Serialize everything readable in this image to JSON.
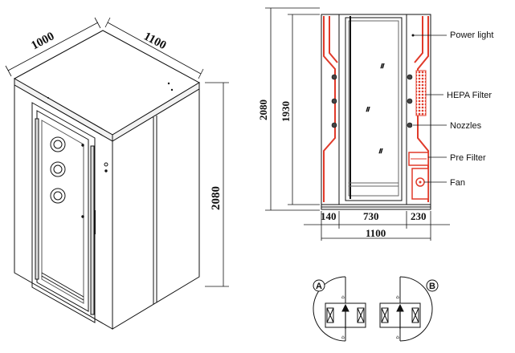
{
  "dimensions": {
    "iso_depth": "1000",
    "iso_width": "1100",
    "iso_height": "2080",
    "front_total_height": "2080",
    "front_inner_height": "1930",
    "left_section": "140",
    "center_section": "730",
    "right_section": "230",
    "total_width": "1100"
  },
  "labels": {
    "power_light": "Power light",
    "hepa_filter": "HEPA Filter",
    "nozzles": "Nozzles",
    "pre_filter": "Pre Filter",
    "fan": "Fan"
  },
  "plans": {
    "left": "A",
    "right": "B"
  },
  "colors": {
    "accent": "#e03a2a",
    "line": "#111111"
  }
}
